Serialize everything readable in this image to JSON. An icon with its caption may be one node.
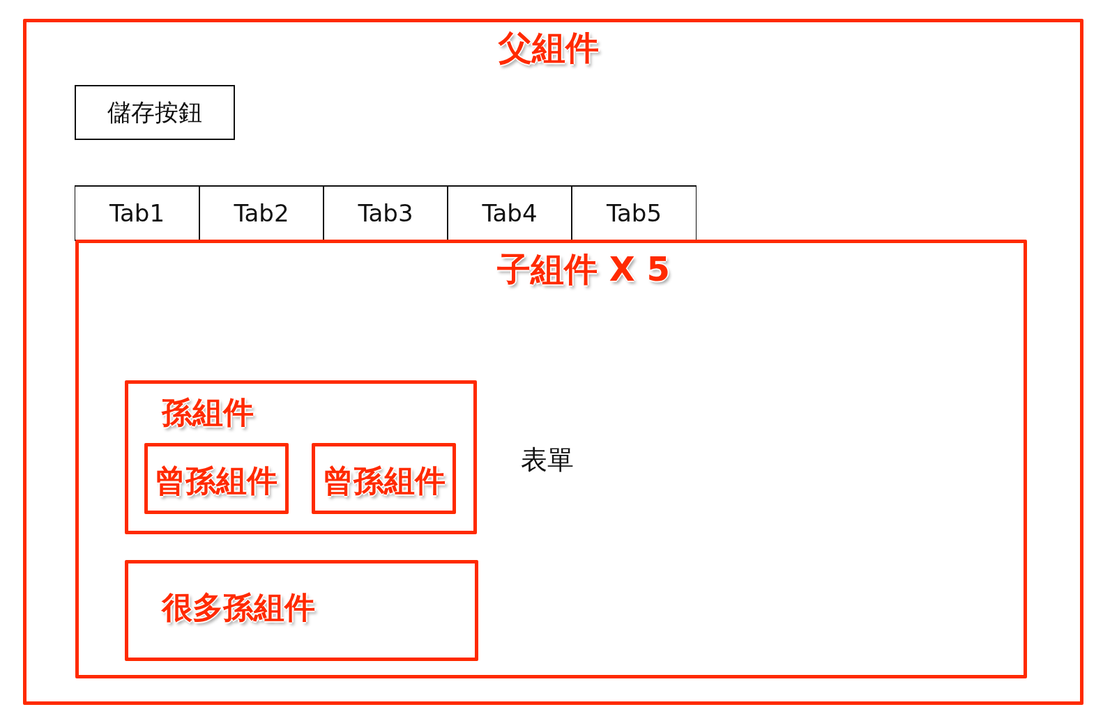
{
  "diagram": {
    "nodes": [
      {
        "text": [
          "父組件"
        ]
      },
      {
        "text": [
          "儲存按鈕"
        ],
        "in": 0
      },
      {
        "text": [
          "Tab1"
        ],
        "in": 0
      },
      {
        "text": [
          "Tab2"
        ],
        "in": 0
      },
      {
        "text": [
          "Tab3"
        ],
        "in": 0
      },
      {
        "text": [
          "Tab4"
        ],
        "in": 0
      },
      {
        "text": [
          "Tab5"
        ],
        "in": 0
      },
      {
        "text": [
          "子組件 X 5",
          "表單"
        ],
        "in": 0
      },
      {
        "text": [
          "孫組件"
        ],
        "in": 7
      },
      {
        "text": [
          "曾孫組件"
        ],
        "in": 8
      },
      {
        "text": [
          "曾孫組件"
        ],
        "in": 8
      },
      {
        "text": [
          "很多孫組件"
        ],
        "in": 7
      }
    ],
    "edges": []
  }
}
